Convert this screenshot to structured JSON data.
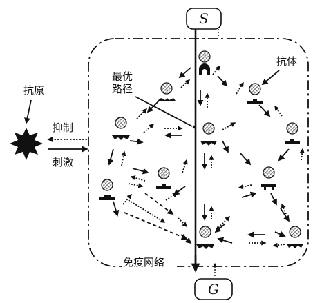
{
  "labels": {
    "start": "S",
    "goal": "G",
    "antigen": "抗原",
    "antibody": "抗体",
    "optimal_line1": "最优",
    "optimal_line2": "路径",
    "suppress": "抑制",
    "stimulate": "刺激",
    "network": "免疫网络"
  }
}
